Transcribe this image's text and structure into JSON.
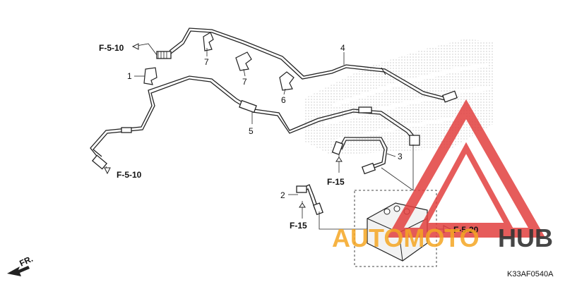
{
  "diagram": {
    "part_labels": {
      "p1": "1",
      "p2": "2",
      "p3": "3",
      "p4": "4",
      "p5": "5",
      "p6": "6",
      "p7a": "7",
      "p7b": "7"
    },
    "references": {
      "ref_top_left": "F-5-10",
      "ref_left": "F-5-10",
      "ref_mid_a": "F-15",
      "ref_mid_b": "F-15",
      "ref_right": "F-5-20"
    },
    "direction": "FR.",
    "drawing_code": "K33AF0540A"
  },
  "watermark": {
    "brand_a": "AUTOMOTO",
    "brand_b": "HUB",
    "color_a": "#f5a623",
    "color_b": "#333333",
    "triangle_color": "#e2403f"
  }
}
